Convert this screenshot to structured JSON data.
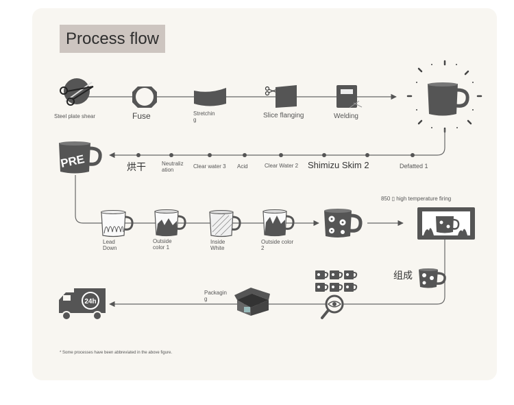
{
  "title": "Process flow",
  "steps": {
    "steel_plate_shear": "Steel plate shear",
    "fuse": "Fuse",
    "stretching": "Stretchin\ng",
    "slice_flanging": "Slice flanging",
    "welding": "Welding",
    "pre": "PRE",
    "drying": "烘干",
    "neutralization": "Neutraliz\nation",
    "clear_water_3": "Clear water 3",
    "acid": "Acid",
    "clear_water_2": "Clear Water 2",
    "shimizu_skim_2": "Shimizu Skim 2",
    "defatted_1": "Defatted 1",
    "lead_down": "Lead\nDown",
    "outside_color_1": "Outside\ncolor 1",
    "inside_white": "Inside\nWhite",
    "outside_color_2": "Outside color\n2",
    "high_temp_firing": "850 ▯ high temperature firing",
    "assembly": "组成",
    "packaging": "Packagin\ng",
    "delivery_badge": "24h"
  },
  "footnote": "* Some processes have been abbreviated in the above figure.",
  "colors": {
    "panel": "#f8f6f1",
    "title_bg": "#cdc5c0",
    "ink": "#4a4a4a",
    "line": "#6a6a6a"
  }
}
